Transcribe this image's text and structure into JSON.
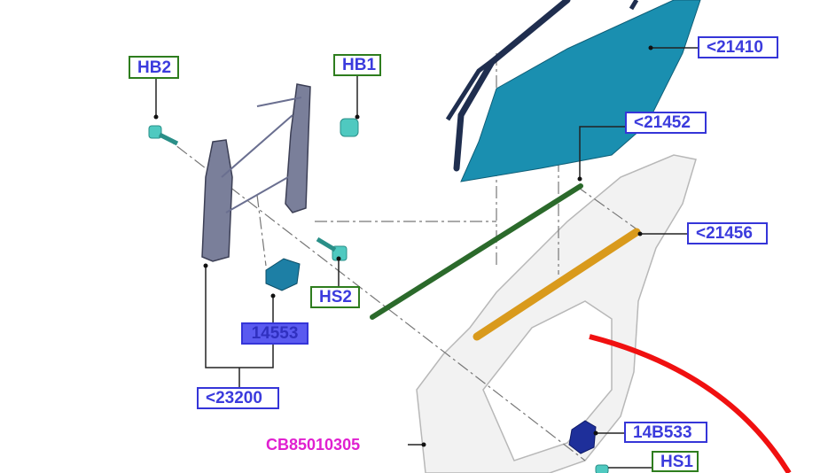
{
  "labels": {
    "hb2": "HB2",
    "hb1": "HB1",
    "p21410": "<21410",
    "p21452": "<21452",
    "p21456": "<21456",
    "hs2": "HS2",
    "p14553": "14553",
    "p23200": "<23200",
    "cb": "CB85010305",
    "p14b533": "14B533",
    "hs1": "HS1"
  },
  "colors": {
    "glass": "#1a8fb0",
    "seal": "#1f2e4f",
    "belt_inner": "#2b6a2b",
    "belt_outer": "#d99a1c",
    "highlight_arc": "#f01010",
    "callout_blue": "#3535d8",
    "callout_green": "#2e7d1e",
    "note_magenta": "#e020d0"
  }
}
